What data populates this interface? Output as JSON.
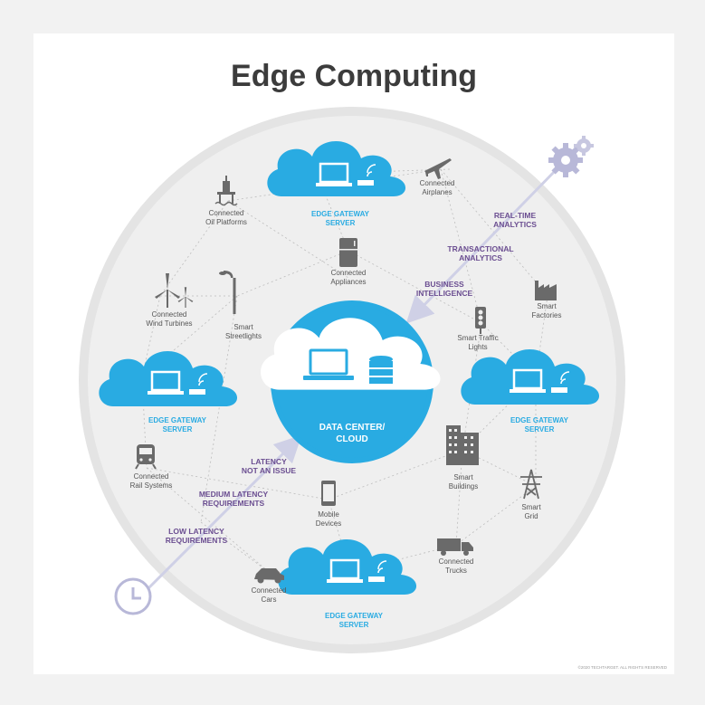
{
  "title": "Edge Computing",
  "center": {
    "line1": "DATA CENTER/",
    "line2": "CLOUD"
  },
  "gateways": [
    {
      "line1": "EDGE GATEWAY",
      "line2": "SERVER"
    },
    {
      "line1": "EDGE GATEWAY",
      "line2": "SERVER"
    },
    {
      "line1": "EDGE GATEWAY",
      "line2": "SERVER"
    },
    {
      "line1": "EDGE GATEWAY",
      "line2": "SERVER"
    }
  ],
  "devices": {
    "oil_platforms": [
      "Connected",
      "Oil Platforms"
    ],
    "airplanes": [
      "Connected",
      "Airplanes"
    ],
    "appliances": [
      "Connected",
      "Appliances"
    ],
    "wind_turbines": [
      "Connected",
      "Wind Turbines"
    ],
    "streetlights": [
      "Smart",
      "Streetlights"
    ],
    "factories": [
      "Smart",
      "Factories"
    ],
    "traffic_lights": [
      "Smart Traffic",
      "Lights"
    ],
    "rail_systems": [
      "Connected",
      "Rail Systems"
    ],
    "buildings": [
      "Smart",
      "Buildings"
    ],
    "grid": [
      "Smart",
      "Grid"
    ],
    "mobile_devices": [
      "Mobile",
      "Devices"
    ],
    "trucks": [
      "Connected",
      "Trucks"
    ],
    "cars": [
      "Connected",
      "Cars"
    ]
  },
  "analytics": {
    "real_time": [
      "REAL-TIME",
      "ANALYTICS"
    ],
    "transactional": [
      "TRANSACTIONAL",
      "ANALYTICS"
    ],
    "business": [
      "BUSINESS",
      "INTELLIGENCE"
    ]
  },
  "latency": {
    "not_issue": [
      "LATENCY",
      "NOT AN ISSUE"
    ],
    "medium": [
      "MEDIUM LATENCY",
      "REQUIREMENTS"
    ],
    "low": [
      "LOW LATENCY",
      "REQUIREMENTS"
    ]
  },
  "footer": "©2020 TECHTARGET. ALL RIGHTS RESERVED",
  "colors": {
    "cloud": "#29abe2",
    "purple": "#6b4e91",
    "gray_text": "#555555",
    "ring": "#dcdcdc",
    "disc": "#ebebeb"
  }
}
